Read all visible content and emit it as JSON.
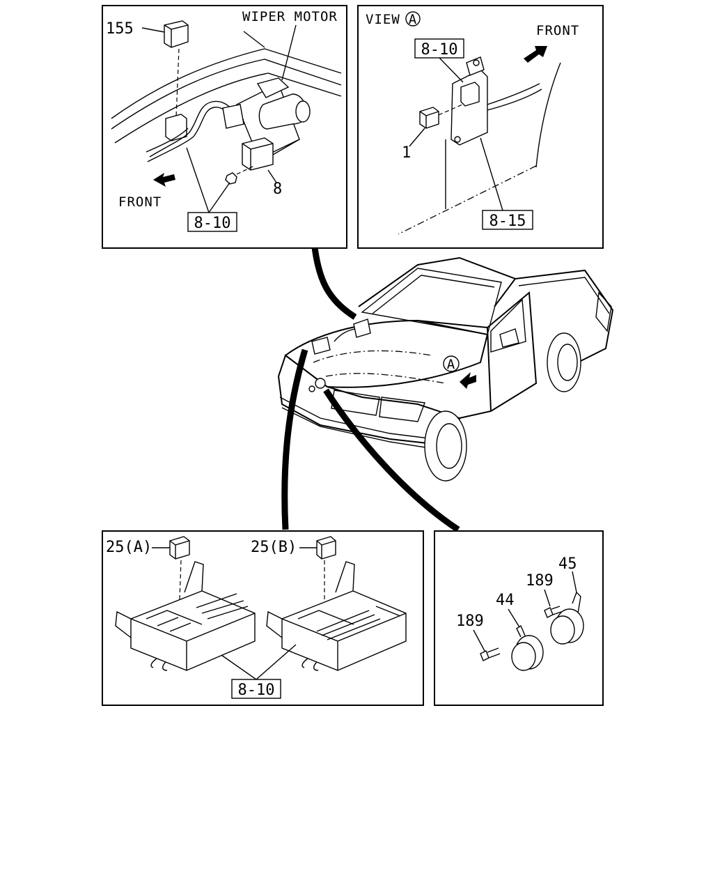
{
  "panels": {
    "wiper": {
      "caption": "WIPER MOTOR",
      "callouts": {
        "part_155": "155",
        "part_8": "8",
        "front": "FRONT"
      },
      "ref_box": "8-10"
    },
    "view_a": {
      "caption_prefix": "VIEW",
      "caption_marker": "A",
      "callouts": {
        "part_1": "1",
        "front": "FRONT"
      },
      "ref_top": "8-10",
      "ref_bottom": "8-15"
    },
    "vehicle": {
      "view_marker": "A"
    },
    "relay_box": {
      "callouts": {
        "part_25a": "25(A)",
        "part_25b": "25(B)"
      },
      "ref_box": "8-10"
    },
    "horns": {
      "callouts": {
        "part_45": "45",
        "part_189_upper": "189",
        "part_44": "44",
        "part_189_lower": "189"
      }
    }
  }
}
